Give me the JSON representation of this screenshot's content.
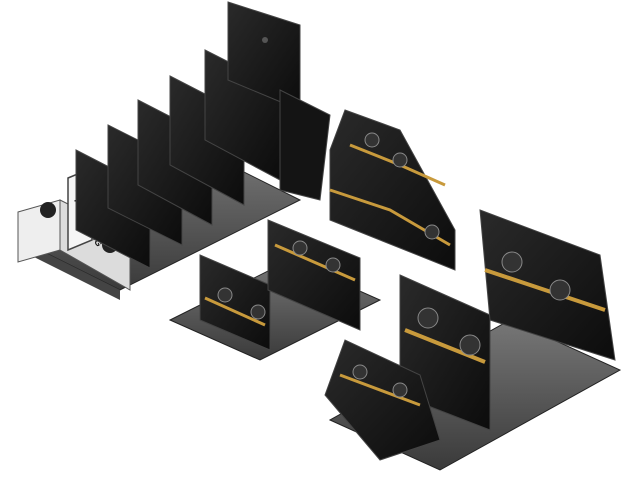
{
  "image": {
    "description": "Isometric product render of black DIN-rail terminal blocks with brass terminals and screws",
    "background": "#ffffff",
    "colors": {
      "housing": "#161616",
      "housing_edge": "#3a3a3a",
      "brass": "#c89a3c",
      "rail": "#5a5a5a",
      "end_stop": "#e8e8e8"
    }
  },
  "end_stop": {
    "brand_text": "HANYOUNG"
  },
  "groups": [
    {
      "name": "multi-barrier-block",
      "count": 5
    },
    {
      "name": "tall-double-deck-block",
      "count": 1
    },
    {
      "name": "medium-block-row",
      "count": 2
    },
    {
      "name": "large-block-row",
      "count": 2
    },
    {
      "name": "small-block-front",
      "count": 1
    }
  ]
}
